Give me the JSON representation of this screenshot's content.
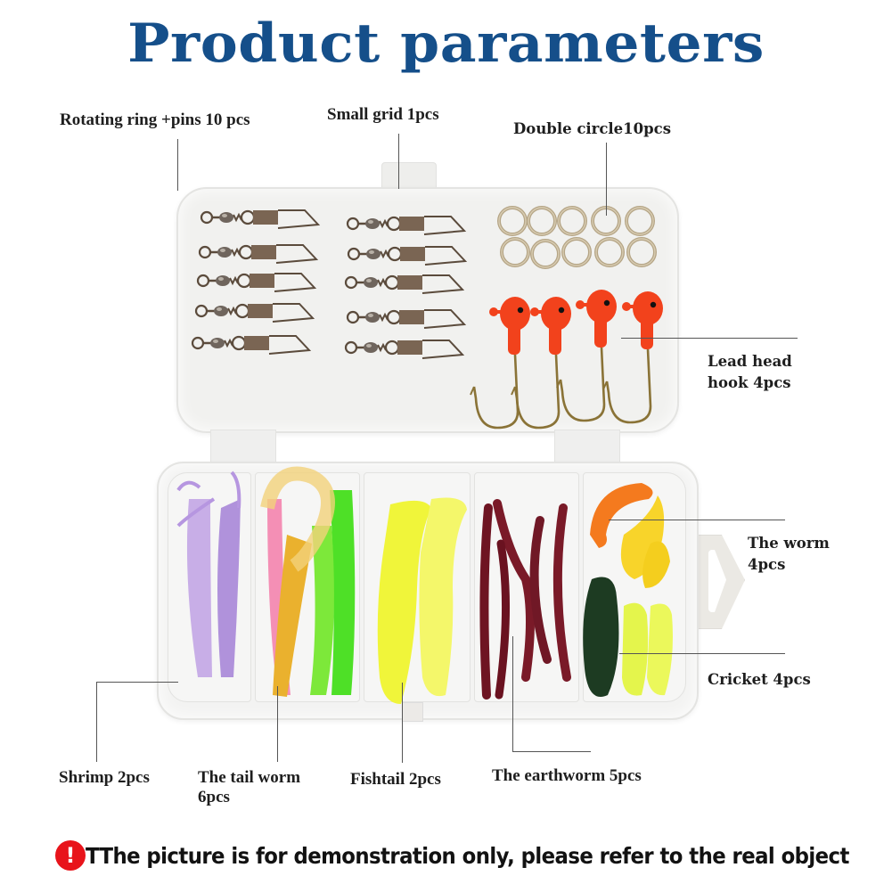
{
  "page": {
    "title": "Product parameters",
    "colors": {
      "title": "#154f8a",
      "label_text": "#1e1e1e",
      "leader_line": "#555555",
      "warning_icon": "#e8141b",
      "box_plastic": "#f1f1ef"
    }
  },
  "labels": {
    "rotating_ring": "Rotating ring +pins 10 pcs",
    "small_grid": "Small grid 1pcs",
    "double_circle": "Double circle10pcs",
    "lead_head_hook_line1": "Lead head",
    "lead_head_hook_line2": "hook 4pcs",
    "the_worm_line1": "The worm",
    "the_worm_line2": "4pcs",
    "cricket": "Cricket 4pcs",
    "shrimp": "Shrimp 2pcs",
    "tail_worm_line1": "The tail worm",
    "tail_worm_line2": "6pcs",
    "fishtail": "Fishtail 2pcs",
    "earthworm": "The earthworm 5pcs"
  },
  "contents": [
    {
      "item": "Rotating ring +pins",
      "qty": "10 pcs",
      "color": "#6b5a48"
    },
    {
      "item": "Small grid",
      "qty": "1pcs",
      "color": "#f1f1ef"
    },
    {
      "item": "Double circle",
      "qty": "10pcs",
      "color": "#b8a888"
    },
    {
      "item": "Lead head hook",
      "qty": "4pcs",
      "color": "#f2421c"
    },
    {
      "item": "The worm",
      "qty": "4pcs",
      "color": "#f7d41e"
    },
    {
      "item": "Cricket",
      "qty": "4pcs",
      "color": "#1f3f23"
    },
    {
      "item": "Shrimp",
      "qty": "2pcs",
      "color": "#b89ae0"
    },
    {
      "item": "The tail worm",
      "qty": "6pcs",
      "color": "#e8a82a"
    },
    {
      "item": "Fishtail",
      "qty": "2pcs",
      "color": "#f4f53a"
    },
    {
      "item": "The earthworm",
      "qty": "5pcs",
      "color": "#7a1a26"
    }
  ],
  "footer": {
    "icon": "exclamation-icon",
    "icon_glyph": "!",
    "note": "TThe picture is for demonstration only, please refer to the real object"
  }
}
